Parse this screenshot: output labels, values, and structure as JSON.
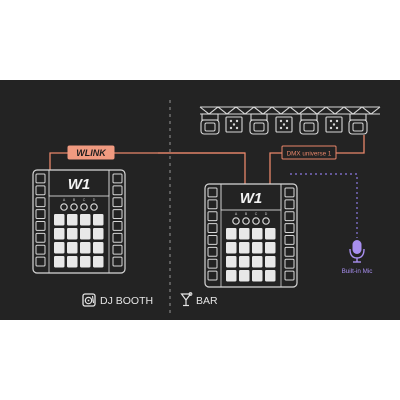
{
  "colors": {
    "background": "#232323",
    "outline": "#d7d7d7",
    "link": "#e8866a",
    "link_fill": "#f09a80",
    "mic": "#a88ff0",
    "mic_dashed": "#8a78e0"
  },
  "link_label": "WLINK",
  "dmx_label": "DMX universe 1",
  "mic_label": "Built-in Mic",
  "device_logo": "W1",
  "knob_labels": [
    "A",
    "B",
    "C",
    "D"
  ],
  "zones": [
    {
      "label": "DJ BOOTH",
      "icon": "turntable-icon"
    },
    {
      "label": "BAR",
      "icon": "cocktail-icon"
    }
  ]
}
